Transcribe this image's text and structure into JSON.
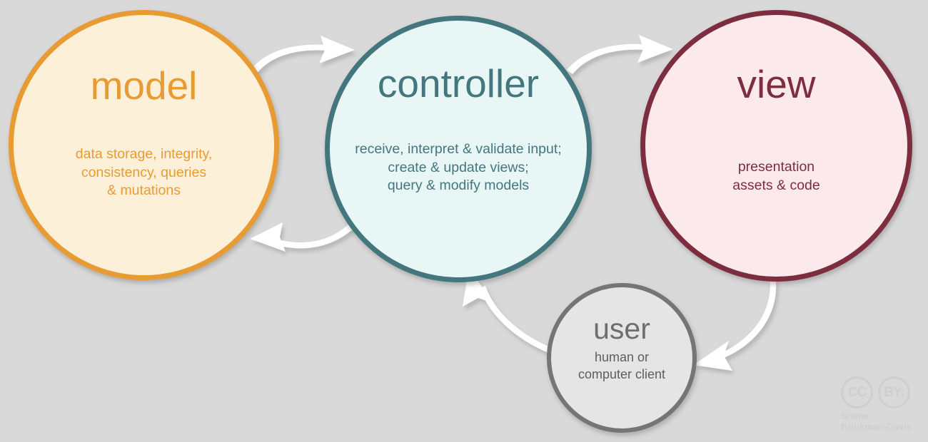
{
  "diagram": {
    "background_color": "#d9d9d9",
    "nodes": [
      {
        "id": "model",
        "title": "model",
        "description": "data storage, integrity,\nconsistency, queries\n& mutations",
        "fill_color": "#fdf0d8",
        "border_color": "#e89b32",
        "text_color": "#e89b32"
      },
      {
        "id": "controller",
        "title": "controller",
        "description": "receive, interpret & validate input;\ncreate & update views;\nquery & modify models",
        "fill_color": "#e8f6f6",
        "border_color": "#44777d",
        "text_color": "#44777d"
      },
      {
        "id": "view",
        "title": "view",
        "description": "presentation\nassets & code",
        "fill_color": "#fce9ec",
        "border_color": "#7d2e3e",
        "text_color": "#7d2e3e"
      },
      {
        "id": "user",
        "title": "user",
        "description": "human or\ncomputer client",
        "fill_color": "#e5e5e5",
        "border_color": "#757575",
        "text_color": "#5e5e5e"
      }
    ],
    "arrows": [
      {
        "id": "model-to-controller",
        "from": "model",
        "to": "controller",
        "color": "#ffffff"
      },
      {
        "id": "controller-to-model",
        "from": "controller",
        "to": "model",
        "color": "#ffffff"
      },
      {
        "id": "controller-to-view",
        "from": "controller",
        "to": "view",
        "color": "#ffffff"
      },
      {
        "id": "view-to-user",
        "from": "view",
        "to": "user",
        "color": "#ffffff"
      },
      {
        "id": "user-to-controller",
        "from": "user",
        "to": "controller",
        "color": "#ffffff"
      }
    ]
  },
  "license": {
    "mark_cc": "CC",
    "mark_by": "BY:",
    "attribution": "Shane\nBrinkman-Davis",
    "color": "#cfcfcf"
  }
}
